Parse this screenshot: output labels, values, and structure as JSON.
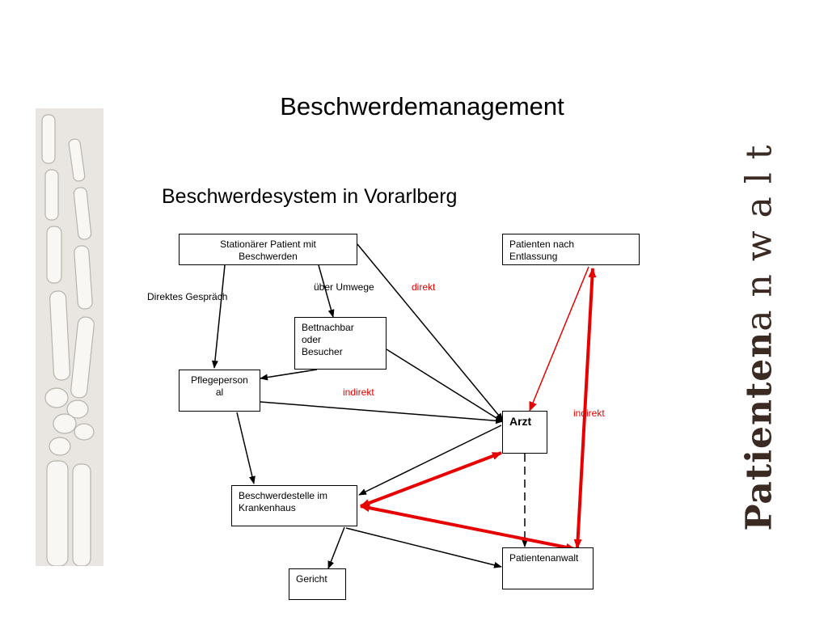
{
  "slide": {
    "title": "Beschwerdemanagement",
    "subtitle": "Beschwerdesystem in Vorarlberg"
  },
  "branding": {
    "wordmark_bold": "Patienten",
    "wordmark_light": "anwalt",
    "wordmark_color": "#3a2a22"
  },
  "diagram": {
    "nodes": {
      "stationary_patient": "Stationärer Patient mit\nBeschwerden",
      "discharged_patient": "Patienten nach\nEntlassung",
      "neighbor": "Bettnachbar\noder\nBesucher",
      "nurse": "Pflegeperson\nal",
      "doctor": "Arzt",
      "complaints_office": "Beschwerdestelle im\nKrankenhaus",
      "patient_advocate": "Patientenanwalt",
      "court": "Gericht"
    },
    "labels": {
      "direct_talk": "Direktes Gespräch",
      "detours": "über Umwege",
      "direct": "direkt",
      "indirect_middle": "indirekt",
      "indirect_right": "indirekt"
    },
    "colors": {
      "arrow_black": "#000000",
      "arrow_red": "#e60000"
    }
  }
}
